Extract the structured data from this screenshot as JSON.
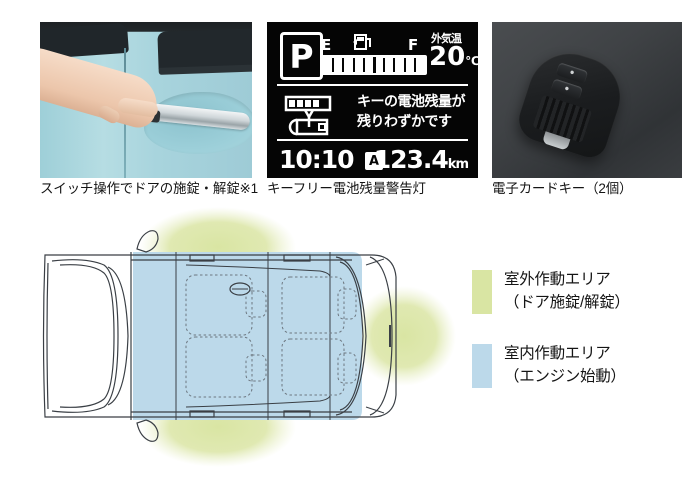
{
  "panels": [
    {
      "id": "door-switch",
      "caption": "スイッチ操作でドアの施錠・解錠※1",
      "image_kind": "photo-door-handle-switch"
    },
    {
      "id": "keyfree-warning-lamp",
      "caption": "キーフリー電池残量警告灯",
      "image_kind": "lcd-meter-cluster"
    },
    {
      "id": "electronic-card-key",
      "caption": "電子カードキー（2個）",
      "image_kind": "photo-key-fob"
    }
  ],
  "lcd": {
    "shift_position": "P",
    "fuel_empty_label": "E",
    "fuel_full_label": "F",
    "fuel_icon": "fuel-pump-icon",
    "outside_temp_label": "外気温",
    "outside_temp_value": "20",
    "outside_temp_unit": "℃",
    "battery_icon": "key-battery-icon",
    "warning_line1": "キーの電池残量が",
    "warning_line2": "残りわずかです",
    "clock": "10:10",
    "mode_badge": "A",
    "odometer_value": "123.4",
    "odometer_unit": "km"
  },
  "legend": [
    {
      "color": "#d9e5a3",
      "line1": "室外作動エリア",
      "line2": "（ドア施錠/解錠）"
    },
    {
      "color": "#bcd9ea",
      "line1": "室内作動エリア",
      "line2": "（エンジン始動）"
    }
  ],
  "diagram": {
    "name": "car-top-view-operating-areas",
    "cabin_color": "#bcd9ea",
    "zone_color": "#d9e5a3",
    "outline_color": "#3a3f45"
  }
}
